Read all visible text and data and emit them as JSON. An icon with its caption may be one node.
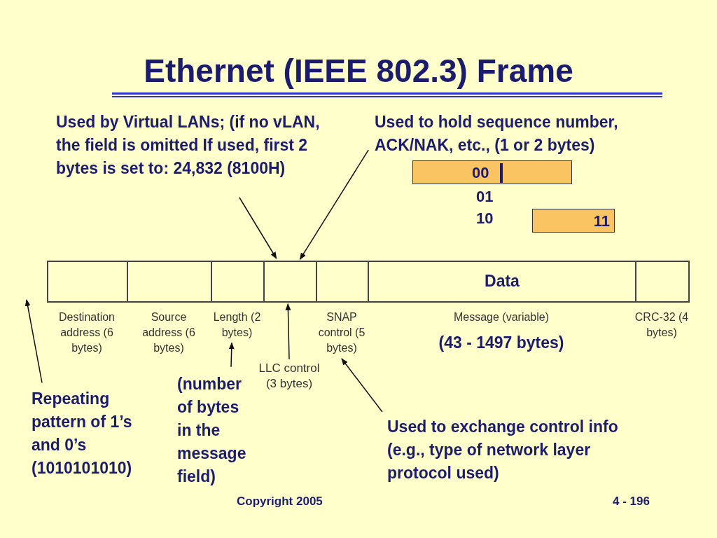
{
  "diagram": {
    "title": "Ethernet (IEEE 802.3) Frame",
    "nodes": [
      {
        "text": [
          "Used by Virtual LANs; (if no vLAN, the field is omitted If used, first 2 bytes is set to: 24,832 (8100H)"
        ]
      },
      {
        "text": [
          "Used to hold sequence number, ACK/NAK,  etc., (1 or 2 bytes)"
        ]
      },
      {
        "text": [
          "00"
        ]
      },
      {
        "text": [
          "11"
        ]
      },
      {
        "text": [
          "Destination address (6 bytes)"
        ]
      },
      {
        "text": [
          "Source address (6 bytes)"
        ]
      },
      {
        "text": [
          "Length (2 bytes)"
        ]
      },
      {
        "text": [],
        "shape": "box"
      },
      {
        "text": [
          "SNAP control (5 bytes)"
        ]
      },
      {
        "text": [
          "Data",
          "Message (variable)"
        ],
        "beside": [
          "(43 - 1497 bytes)"
        ]
      },
      {
        "text": [
          "CRC-32 (4 bytes)"
        ]
      },
      {
        "text": [
          "LLC control (3 bytes)"
        ]
      },
      {
        "text": [
          "Repeating pattern of 1’s and 0’s (1010101010)"
        ]
      },
      {
        "text": [
          "(number of bytes in the message field)"
        ]
      },
      {
        "text": [
          "Used to exchange control info (e.g., type of network layer protocol used)"
        ]
      }
    ],
    "edges": [
      {
        "from": 0,
        "to": 7,
        "arrow": "to"
      },
      {
        "from": 1,
        "to": 7,
        "arrow": "to"
      },
      {
        "from": 11,
        "to": 7,
        "arrow": "to"
      },
      {
        "from": 12,
        "to": null,
        "arrow": "to"
      },
      {
        "from": 13,
        "to": 6,
        "arrow": "to"
      },
      {
        "from": 14,
        "to": 8,
        "arrow": "to"
      }
    ],
    "labels": [
      "01",
      "10",
      "Copyright 2005",
      "4 - 196"
    ]
  }
}
